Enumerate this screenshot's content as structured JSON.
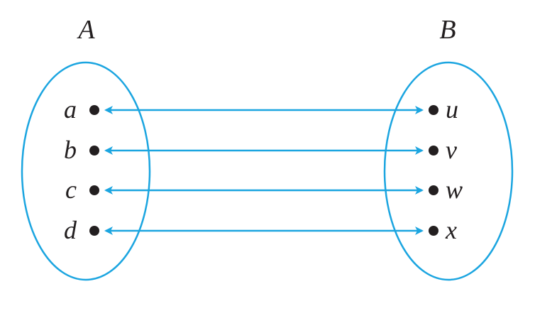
{
  "colors": {
    "accent": "#1ba5e0",
    "ink": "#231f20",
    "background": "#ffffff"
  },
  "sets": [
    {
      "id": "A",
      "label": "A",
      "elements": [
        "a",
        "b",
        "c",
        "d"
      ]
    },
    {
      "id": "B",
      "label": "B",
      "elements": [
        "u",
        "v",
        "w",
        "x"
      ]
    }
  ],
  "mapping": [
    {
      "from": "a",
      "to": "u",
      "bidirectional": true
    },
    {
      "from": "b",
      "to": "v",
      "bidirectional": true
    },
    {
      "from": "c",
      "to": "w",
      "bidirectional": true
    },
    {
      "from": "d",
      "to": "x",
      "bidirectional": true
    }
  ]
}
